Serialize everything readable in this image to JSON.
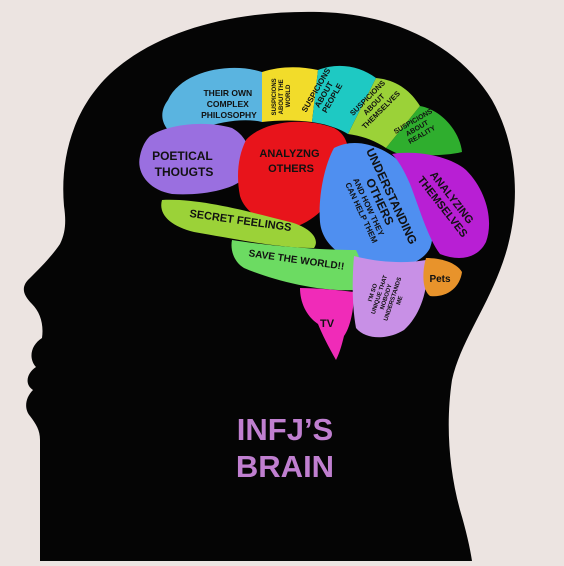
{
  "colors": {
    "background": "#ece4e1",
    "head": "#050505",
    "title": "#c07fd0",
    "sky_blue": "#5ab4e0",
    "yellow": "#f2dc2a",
    "teal": "#1ec9c3",
    "lime": "#9bd238",
    "green": "#2fae2e",
    "purple": "#9a6fe0",
    "red": "#e8141b",
    "blue": "#4f8ff0",
    "magenta": "#b81fd4",
    "light_green": "#6cdb62",
    "pink": "#f02bb8",
    "lavender": "#c890e6",
    "orange": "#e8932b"
  },
  "title": {
    "line1": "INFJ’S",
    "line2": "BRAIN"
  },
  "regions": {
    "philosophy": [
      "THEIR OWN",
      "COMPLEX",
      "PHILOSOPHY"
    ],
    "world": [
      "SUSPICIONS",
      "ABOUT THE",
      "WORLD"
    ],
    "people": [
      "SUSPICIONS",
      "ABOUT",
      "PEOPLE"
    ],
    "themselves": [
      "SUSPICIONS",
      "ABOUT",
      "THEMSELVES"
    ],
    "reality": [
      "SUSPICIONS",
      "ABOUT",
      "REALITY"
    ],
    "poetical": [
      "POETICAL",
      "THOUGTS"
    ],
    "analyzing_others": [
      "ANALYZNG",
      "OTHERS"
    ],
    "understanding": [
      "UNDERSTANDING",
      "OTHERS",
      "AND HOW THEY",
      "CAN HELP THEM"
    ],
    "analyzing_themselves": [
      "ANALYZING",
      "THEMSELVES"
    ],
    "secret": "SECRET FEELINGS",
    "save": "SAVE THE WORLD!!",
    "tv": "TV",
    "unique": [
      "I'M SO",
      "UNIQUE THAT",
      "NOBODY",
      "UNDERSTANDS",
      "ME"
    ],
    "pets": "Pets"
  }
}
